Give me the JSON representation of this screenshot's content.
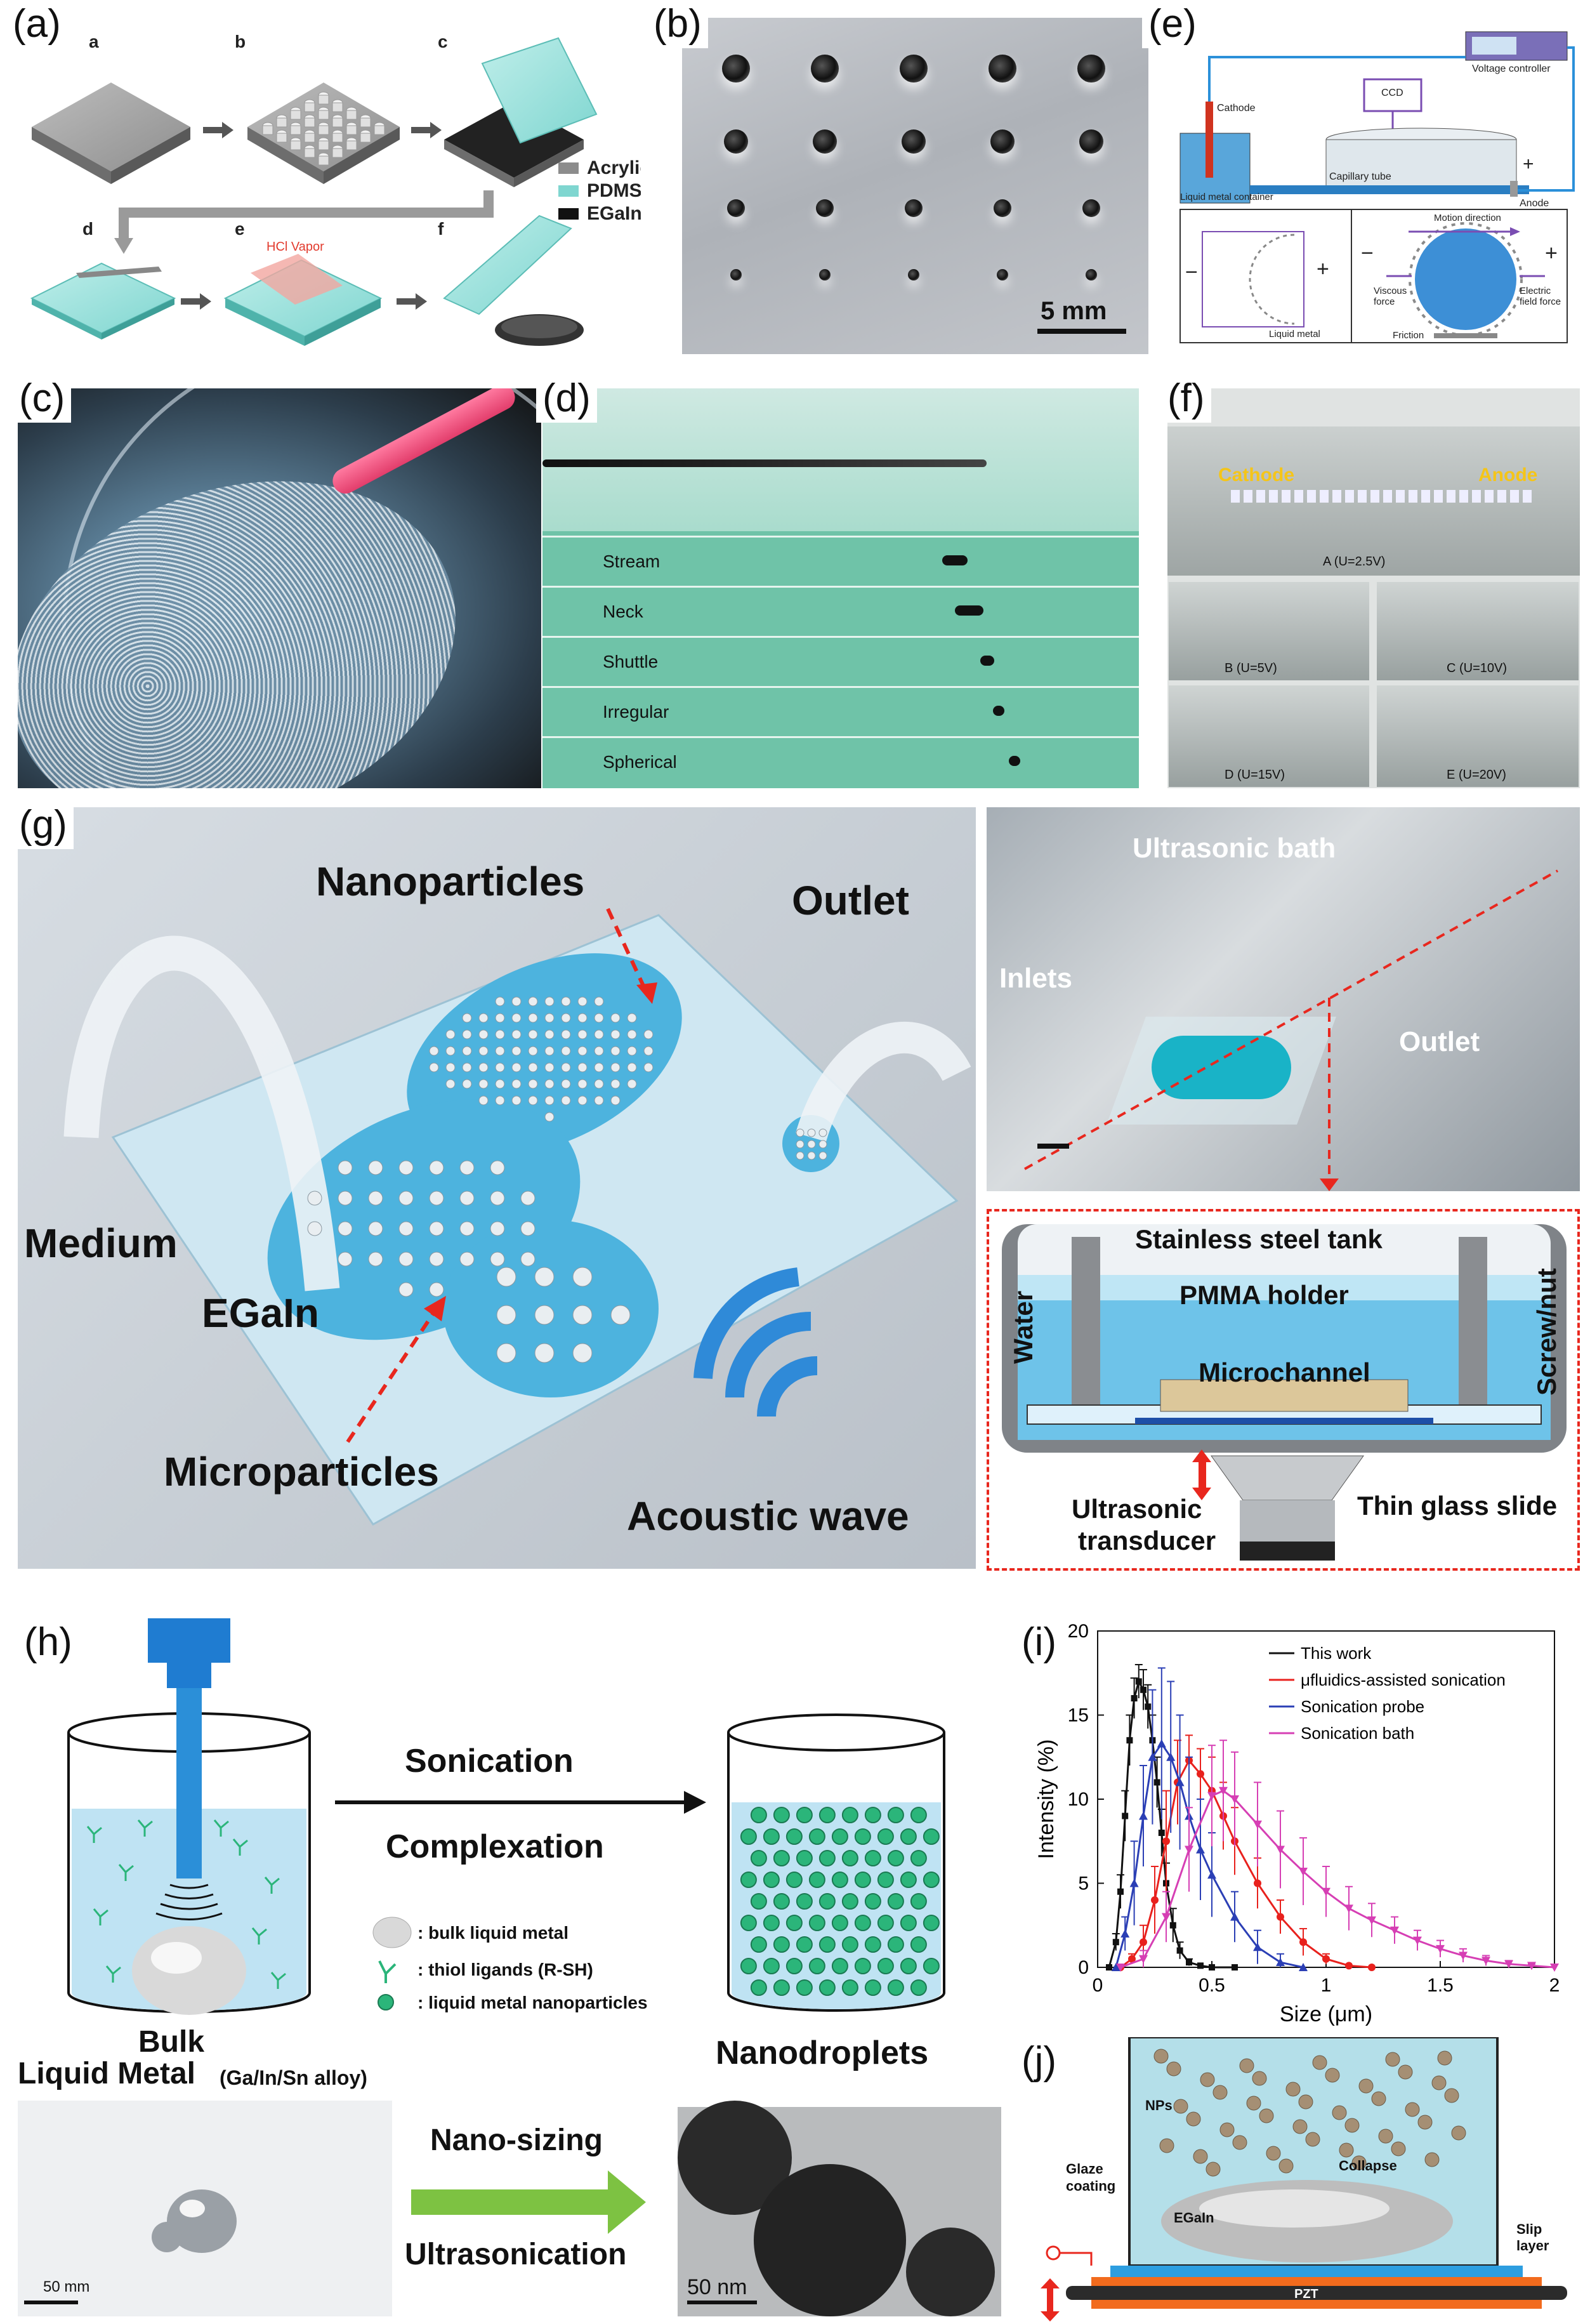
{
  "panels": {
    "a": {
      "label": "(a)",
      "steps": [
        "a",
        "b",
        "c",
        "d",
        "e",
        "f"
      ],
      "hcl": "HCl Vapor",
      "legend": [
        {
          "name": "Acrylic",
          "color": "#8c8c8c"
        },
        {
          "name": "PDMS",
          "color": "#7fd6d0"
        },
        {
          "name": "EGaIn",
          "color": "#111111"
        }
      ]
    },
    "b": {
      "label": "(b)",
      "scalebar": "5 mm"
    },
    "e": {
      "label": "(e)",
      "voltage": "Voltage controller",
      "ccd": "CCD",
      "cathode": "Cathode",
      "capillary": "Capillary tube",
      "container": "Liquid metal container",
      "anode": "Anode",
      "motion": "Motion direction",
      "viscous": "Viscous force",
      "electric": "Electric field force",
      "liquid_metal": "Liquid metal",
      "friction": "Friction",
      "minus": "−",
      "plus": "+"
    },
    "c": {
      "label": "(c)"
    },
    "d": {
      "label": "(d)",
      "modes": [
        "Stream",
        "Neck",
        "Shuttle",
        "Irregular",
        "Spherical"
      ]
    },
    "f": {
      "label": "(f)",
      "cathode": "Cathode",
      "anode": "Anode",
      "conditions": [
        "A (U=2.5V)",
        "B (U=5V)",
        "C (U=10V)",
        "D (U=15V)",
        "E (U=20V)"
      ]
    },
    "g": {
      "label": "(g)",
      "nanoparticles": "Nanoparticles",
      "outlet": "Outlet",
      "medium": "Medium",
      "egain": "EGaIn",
      "microparticles": "Microparticles",
      "acoustic": "Acoustic wave",
      "bath": "Ultrasonic bath",
      "inlets": "Inlets",
      "outlet2": "Outlet",
      "tank": "Stainless steel tank",
      "holder": "PMMA holder",
      "water": "Water",
      "screw": "Screw/nut",
      "microchannel": "Microchannel",
      "transducer1": "Ultrasonic",
      "transducer2": "transducer",
      "glass": "Thin glass slide"
    },
    "h": {
      "label": "(h)",
      "sonication": "Sonication",
      "complexation": "Complexation",
      "legend_bulk": ": bulk liquid metal",
      "legend_thiol": ": thiol ligands (R-SH)",
      "legend_np": ": liquid metal nanoparticles",
      "bulk": "Bulk",
      "liquid_metal": "Liquid Metal",
      "alloy": "(Ga/In/Sn alloy)",
      "nanodroplets": "Nanodroplets",
      "nanosizing": "Nano-sizing",
      "ultrasonication": "Ultrasonication",
      "scale_left": "50 mm",
      "scale_right": "50 nm"
    },
    "i": {
      "label": "(i)"
    },
    "j": {
      "label": "(j)",
      "nps": "NPs",
      "collapse": "Collapse",
      "glaze1": "Glaze",
      "glaze2": "coating",
      "egain": "EGaIn",
      "slip1": "Slip",
      "slip2": "layer",
      "pzt": "PZT"
    }
  },
  "chart_data": {
    "type": "line",
    "xlabel": "Size (μm)",
    "ylabel": "Intensity (%)",
    "xlim": [
      0,
      2
    ],
    "ylim": [
      0,
      20
    ],
    "xticks": [
      "0",
      "0.5",
      "1",
      "1.5",
      "2"
    ],
    "yticks": [
      "0",
      "5",
      "10",
      "15",
      "20"
    ],
    "legend_placement": "top-right",
    "series": [
      {
        "name": "This work",
        "color": "#111111",
        "marker": "square",
        "x": [
          0.05,
          0.08,
          0.1,
          0.12,
          0.14,
          0.16,
          0.18,
          0.2,
          0.22,
          0.24,
          0.26,
          0.28,
          0.3,
          0.33,
          0.36,
          0.4,
          0.45,
          0.5,
          0.6
        ],
        "y": [
          0,
          1.5,
          4.5,
          9,
          13.5,
          16,
          17,
          16.5,
          15.5,
          13.5,
          11,
          8,
          5,
          2.5,
          1,
          0.3,
          0.1,
          0,
          0
        ],
        "err": [
          0,
          0.5,
          1,
          1.5,
          1.5,
          1.2,
          1,
          1.2,
          1.3,
          1.5,
          1.5,
          1.4,
          1.2,
          1,
          0.5,
          0.2,
          0,
          0,
          0
        ]
      },
      {
        "name": "μfluidics-assisted sonication",
        "color": "#e8211d",
        "marker": "circle",
        "x": [
          0.1,
          0.15,
          0.2,
          0.25,
          0.3,
          0.35,
          0.4,
          0.45,
          0.5,
          0.55,
          0.6,
          0.7,
          0.8,
          0.9,
          1.0,
          1.1,
          1.2
        ],
        "y": [
          0,
          0.5,
          1.5,
          4,
          7.5,
          11,
          12.3,
          11.5,
          10.5,
          9,
          7.5,
          5,
          3,
          1.5,
          0.5,
          0.1,
          0
        ],
        "err": [
          0,
          0.3,
          1,
          2,
          3,
          2.5,
          1.5,
          1.5,
          2,
          2,
          2,
          1.5,
          1,
          0.8,
          0.3,
          0,
          0
        ]
      },
      {
        "name": "Sonication probe",
        "color": "#2b3fb5",
        "marker": "triangle",
        "x": [
          0.08,
          0.12,
          0.16,
          0.2,
          0.24,
          0.28,
          0.32,
          0.36,
          0.4,
          0.45,
          0.5,
          0.6,
          0.7,
          0.8,
          0.9
        ],
        "y": [
          0,
          2,
          5,
          9,
          12.5,
          13.3,
          12.5,
          11,
          9,
          7,
          5.5,
          3,
          1.2,
          0.3,
          0
        ],
        "err": [
          0,
          1,
          2.5,
          3,
          4,
          4.5,
          4.5,
          4,
          3.5,
          3,
          2.5,
          1.5,
          1,
          0.5,
          0
        ]
      },
      {
        "name": "Sonication bath",
        "color": "#d63fb4",
        "marker": "triangle-down",
        "x": [
          0.1,
          0.2,
          0.3,
          0.4,
          0.5,
          0.55,
          0.6,
          0.7,
          0.8,
          0.9,
          1.0,
          1.1,
          1.2,
          1.3,
          1.4,
          1.5,
          1.6,
          1.7,
          1.8,
          1.9,
          2.0
        ],
        "y": [
          0,
          0.5,
          3,
          7,
          10.2,
          10.5,
          10,
          8.5,
          7,
          5.7,
          4.5,
          3.5,
          2.8,
          2.2,
          1.6,
          1.1,
          0.7,
          0.4,
          0.2,
          0.1,
          0
        ],
        "err": [
          0,
          0.5,
          1.5,
          2.5,
          3,
          3,
          2.8,
          2.5,
          2.3,
          2,
          1.5,
          1.3,
          1,
          0.8,
          0.6,
          0.5,
          0.4,
          0.3,
          0.2,
          0.1,
          0
        ]
      }
    ]
  }
}
